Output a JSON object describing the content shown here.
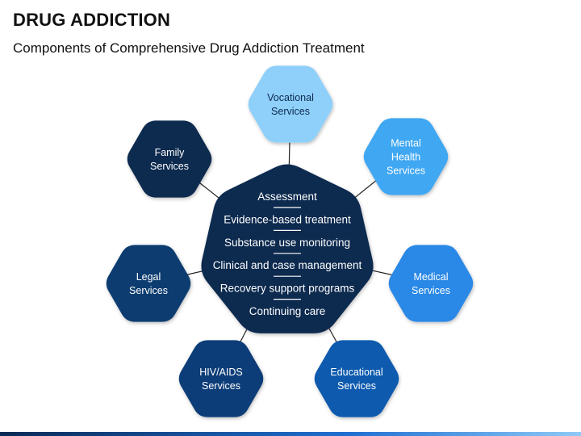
{
  "header": {
    "title": "DRUG ADDICTION",
    "subtitle": "Components of Comprehensive Drug Addiction Treatment"
  },
  "center": {
    "items": [
      "Assessment",
      "Evidence-based treatment",
      "Substance use monitoring",
      "Clinical and case management",
      "Recovery support programs",
      "Continuing care"
    ],
    "color": "#0c2a4f"
  },
  "services": [
    {
      "id": "vocational",
      "lines": [
        "Vocational",
        "Services"
      ],
      "color": "#8fd0fb",
      "text_color": "#0c2a4f"
    },
    {
      "id": "mental-health",
      "lines": [
        "Mental",
        "Health",
        "Services"
      ],
      "color": "#41a7f2",
      "text_color": "#ffffff"
    },
    {
      "id": "medical",
      "lines": [
        "Medical",
        "Services"
      ],
      "color": "#2b88e6",
      "text_color": "#ffffff"
    },
    {
      "id": "educational",
      "lines": [
        "Educational",
        "Services"
      ],
      "color": "#0a5aae",
      "text_color": "#ffffff"
    },
    {
      "id": "hiv-aids",
      "lines": [
        "HIV/AIDS",
        "Services"
      ],
      "color": "#0b3d78",
      "text_color": "#ffffff"
    },
    {
      "id": "legal",
      "lines": [
        "Legal",
        "Services"
      ],
      "color": "#0d3c70",
      "text_color": "#ffffff"
    },
    {
      "id": "family",
      "lines": [
        "Family",
        "Services"
      ],
      "color": "#0c2a4f",
      "text_color": "#ffffff"
    }
  ]
}
